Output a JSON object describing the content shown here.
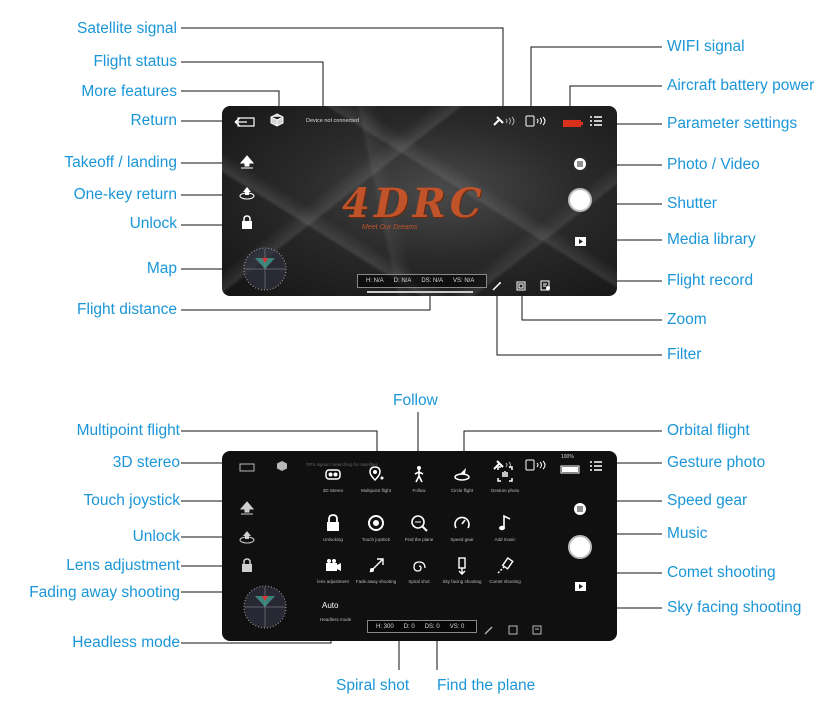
{
  "labels_top_left": [
    "Satellite signal",
    "Flight status",
    "More features",
    "Return",
    "Takeoff / landing",
    "One-key return",
    "Unlock",
    "Map",
    "Flight distance"
  ],
  "labels_top_right": [
    "WIFI signal",
    "Aircraft battery power",
    "Parameter settings",
    "Photo / Video",
    "Shutter",
    "Media library",
    "Flight record",
    "Zoom",
    "Filter"
  ],
  "labels_bottom_left": [
    "Multipoint flight",
    "3D stereo",
    "Touch joystick",
    "Unlock",
    "Lens adjustment",
    "Fading away shooting",
    "Headless mode"
  ],
  "labels_bottom_right": [
    "Orbital flight",
    "Gesture photo",
    "Speed gear",
    "Music",
    "Comet shooting",
    "Sky facing shooting"
  ],
  "labels_bottom_center": {
    "follow": "Follow",
    "spiral": "Spiral shot",
    "find": "Find the plane"
  },
  "screen1": {
    "status": "Device not connected",
    "logo": "4DRC",
    "tagline": "Meet Our Dreams",
    "telemetry": [
      "H: N/A",
      "D: N/A",
      "DS: N/A",
      "VS: N/A"
    ]
  },
  "screen2": {
    "status": "GPS signal / Searching for satellites",
    "battery": "100%",
    "grid": [
      [
        "3D Stereo",
        "Multipoint flight",
        "Follow",
        "Circle flight",
        "Gesture photo"
      ],
      [
        "Unlocking",
        "Touch joystick",
        "Find the plane",
        "Speed gear",
        "Add music"
      ],
      [
        "lens adjustment",
        "Fade away shooting",
        "Spiral shot",
        "Sky facing shooting",
        "Comet shooting"
      ]
    ],
    "headless_value": "Auto",
    "headless_label": "Headless mode",
    "telemetry": [
      "H: 300",
      "D: 0",
      "DS: 0",
      "VS: 0"
    ]
  },
  "colors": {
    "accent": "#1a96d8",
    "logo": "#c0532a",
    "battery": "#d9301c"
  },
  "icons": [
    "back-arrow-icon",
    "cube-icon",
    "satellite-icon",
    "wifi-icon",
    "battery-icon",
    "menu-icon",
    "takeoff-icon",
    "return-home-icon",
    "lock-icon",
    "map-icon",
    "photo-video-icon",
    "shutter-icon",
    "media-icon",
    "filter-icon",
    "zoom-icon",
    "record-icon"
  ]
}
